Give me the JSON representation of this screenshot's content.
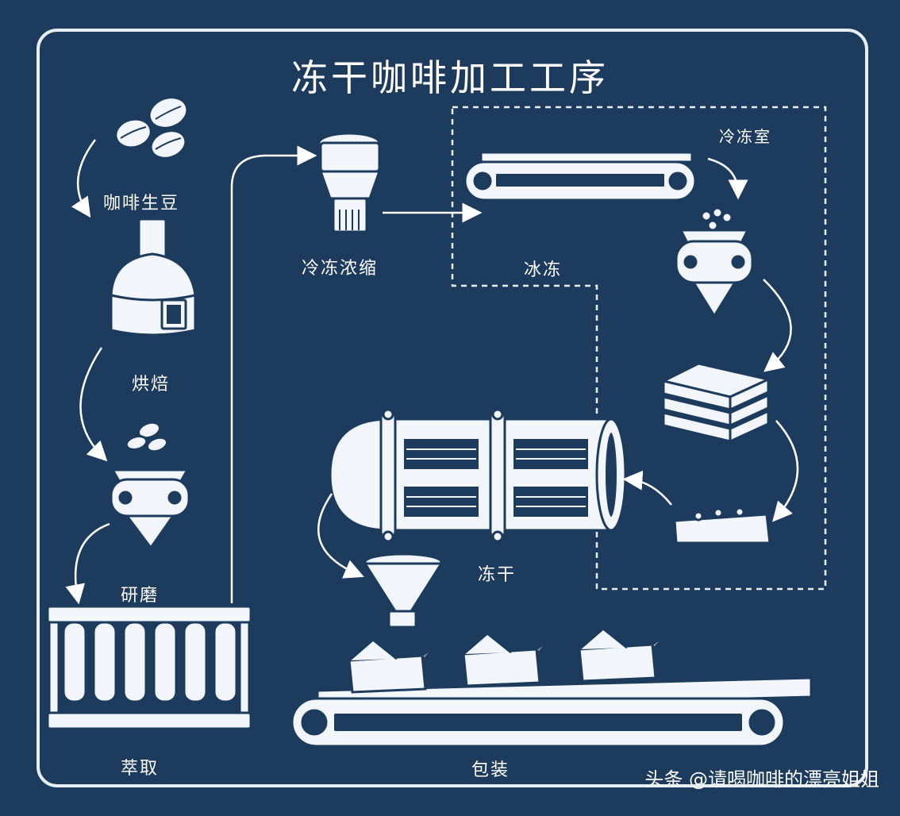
{
  "title": "冻干咖啡加工工序",
  "steps": {
    "beans": "咖啡生豆",
    "roast": "烘焙",
    "grind": "研磨",
    "extract": "萃取",
    "freeze_concentrate": "冷冻浓缩",
    "freezer_room": "冷冻室",
    "freeze": "冰冻",
    "freeze_dry": "冻干",
    "packaging": "包装"
  },
  "watermark": "头条 @请喝咖啡的漂亮姐姐",
  "colors": {
    "background": "#1d3b5c",
    "line": "#ffffff",
    "fill": "#f2f6fa"
  }
}
